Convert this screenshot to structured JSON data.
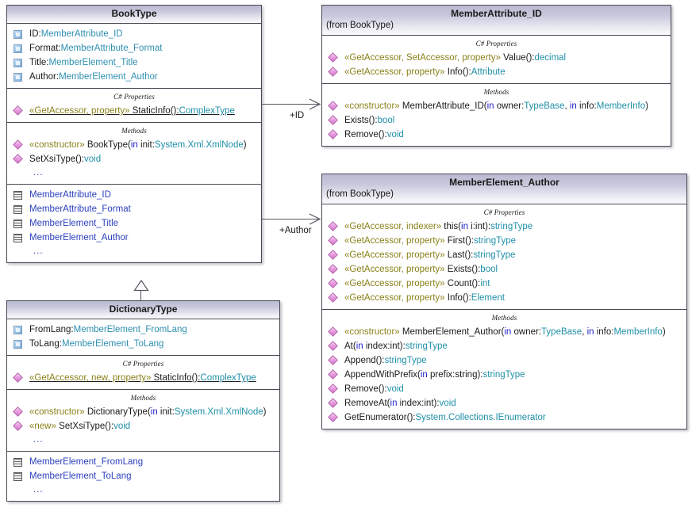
{
  "diagram": {
    "kind": "uml-class-diagram",
    "section_labels": {
      "properties": "C# Properties",
      "methods": "Methods"
    },
    "ellipsis": "...",
    "colors": {
      "stereotype": "#8a8119",
      "type": "#1f8fa8",
      "keyword": "#2222cc",
      "nested": "#2b3fbe",
      "border": "#4a4a55",
      "header_top": "#b9b9d2",
      "header_bottom": "#fbfbfd"
    }
  },
  "classes": {
    "bookType": {
      "title": "BookType",
      "attributes": [
        {
          "icon": "attribute-icon",
          "name": "ID:",
          "type": "MemberAttribute_ID"
        },
        {
          "icon": "attribute-icon",
          "name": "Format:",
          "type": "MemberAttribute_Format"
        },
        {
          "icon": "attribute-icon",
          "name": "Title:",
          "type": "MemberElement_Title"
        },
        {
          "icon": "attribute-icon",
          "name": "Author:",
          "type": "MemberElement_Author"
        }
      ],
      "properties": [
        {
          "icon": "property-icon",
          "stereotype": "«GetAccessor, property»",
          "name": " StaticInfo():",
          "type": "ComplexType",
          "static": true
        }
      ],
      "methods": [
        {
          "icon": "method-icon",
          "stereotype": "«constructor»",
          "name": " BookType(",
          "kw": "in",
          "param": " init:",
          "type": "System.Xml.XmlNode",
          "close": ")"
        },
        {
          "icon": "method-icon",
          "name": "SetXsiType():",
          "type": "void"
        }
      ],
      "nested": [
        {
          "icon": "nested-class-icon",
          "name": "MemberAttribute_ID"
        },
        {
          "icon": "nested-class-icon",
          "name": "MemberAttribute_Format"
        },
        {
          "icon": "nested-class-icon",
          "name": "MemberElement_Title"
        },
        {
          "icon": "nested-class-icon",
          "name": "MemberElement_Author"
        }
      ]
    },
    "dictionaryType": {
      "title": "DictionaryType",
      "attributes": [
        {
          "icon": "attribute-icon",
          "name": "FromLang:",
          "type": "MemberElement_FromLang"
        },
        {
          "icon": "attribute-icon",
          "name": "ToLang:",
          "type": "MemberElement_ToLang"
        }
      ],
      "properties": [
        {
          "icon": "property-icon",
          "stereotype": "«GetAccessor, new, property»",
          "name": " StaticInfo():",
          "type": "ComplexType",
          "static": true
        }
      ],
      "methods": [
        {
          "icon": "method-icon",
          "stereotype": "«constructor»",
          "name": " DictionaryType(",
          "kw": "in",
          "param": " init:",
          "type": "System.Xml.XmlNode",
          "close": ")"
        },
        {
          "icon": "method-icon",
          "stereotype": "«new»",
          "name": " SetXsiType():",
          "type": "void"
        }
      ],
      "nested": [
        {
          "icon": "nested-class-icon",
          "name": "MemberElement_FromLang"
        },
        {
          "icon": "nested-class-icon",
          "name": "MemberElement_ToLang"
        }
      ]
    },
    "memberAttributeId": {
      "title": "MemberAttribute_ID",
      "from": "(from BookType)",
      "properties": [
        {
          "icon": "property-icon",
          "stereotype": "«GetAccessor, SetAccessor, property»",
          "name": " Value():",
          "type": "decimal"
        },
        {
          "icon": "property-icon",
          "stereotype": "«GetAccessor, property»",
          "name": " Info():",
          "type": "Attribute"
        }
      ],
      "methods": [
        {
          "icon": "method-icon",
          "stereotype": "«constructor»",
          "name": " MemberAttribute_ID(",
          "kw": "in",
          "param": " owner:",
          "type": "TypeBase",
          "sep": ", ",
          "kw2": "in",
          "param2": " info:",
          "type2": "MemberInfo",
          "close": ")"
        },
        {
          "icon": "method-icon",
          "name": "Exists():",
          "type": "bool"
        },
        {
          "icon": "method-icon",
          "name": "Remove():",
          "type": "void"
        }
      ]
    },
    "memberElementAuthor": {
      "title": "MemberElement_Author",
      "from": "(from BookType)",
      "properties": [
        {
          "icon": "property-icon",
          "stereotype": "«GetAccessor, indexer»",
          "name": " this(",
          "kw": "in",
          "param": " i:int",
          "close": "):",
          "type": "stringType"
        },
        {
          "icon": "property-icon",
          "stereotype": "«GetAccessor, property»",
          "name": " First():",
          "type": "stringType"
        },
        {
          "icon": "property-icon",
          "stereotype": "«GetAccessor, property»",
          "name": " Last():",
          "type": "stringType"
        },
        {
          "icon": "property-icon",
          "stereotype": "«GetAccessor, property»",
          "name": " Exists():",
          "type": "bool"
        },
        {
          "icon": "property-icon",
          "stereotype": "«GetAccessor, property»",
          "name": " Count():",
          "type": "int"
        },
        {
          "icon": "property-icon",
          "stereotype": "«GetAccessor, property»",
          "name": " Info():",
          "type": "Element"
        }
      ],
      "methods": [
        {
          "icon": "method-icon",
          "stereotype": "«constructor»",
          "name": " MemberElement_Author(",
          "kw": "in",
          "param": " owner:",
          "type": "TypeBase",
          "sep": ", ",
          "kw2": "in",
          "param2": " info:",
          "type2": "MemberInfo",
          "close": ")"
        },
        {
          "icon": "method-icon",
          "name": "At(",
          "kw": "in",
          "param": " index:int",
          "close": "):",
          "type": "stringType"
        },
        {
          "icon": "method-icon",
          "name": "Append():",
          "type": "stringType"
        },
        {
          "icon": "method-icon",
          "name": "AppendWithPrefix(",
          "kw": "in",
          "param": " prefix:string",
          "close": "):",
          "type": "stringType"
        },
        {
          "icon": "method-icon",
          "name": "Remove():",
          "type": "void"
        },
        {
          "icon": "method-icon",
          "name": "RemoveAt(",
          "kw": "in",
          "param": " index:int",
          "close": "):",
          "type": "void"
        },
        {
          "icon": "method-icon",
          "name": "GetEnumerator():",
          "type": "System.Collections.IEnumerator"
        }
      ]
    }
  },
  "connectors": [
    {
      "name": "association-id",
      "label": "+ID"
    },
    {
      "name": "association-author",
      "label": "+Author"
    },
    {
      "name": "generalization-dictionarytype-booktype",
      "label": ""
    }
  ]
}
